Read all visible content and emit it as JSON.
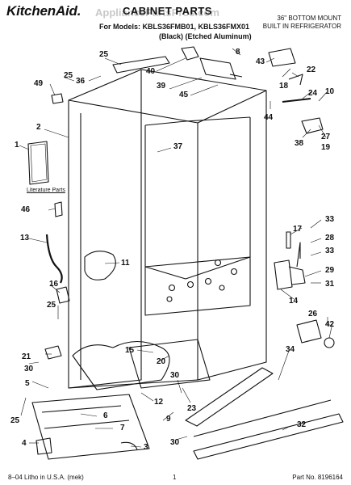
{
  "header": {
    "brand": "KitchenAid.",
    "watermark": "AppliancePartsPros.com",
    "title": "CABINET PARTS",
    "models": "For Models: KBLS36FMB01, KBLS36FMX01",
    "finishes": "(Black)   (Etched Aluminum)",
    "product_line1": "36\" BOTTOM MOUNT",
    "product_line2": "BUILT IN REFRIGERATOR"
  },
  "literature_label": "Literature Parts",
  "callouts": [
    "25",
    "40",
    "8",
    "43",
    "22",
    "49",
    "25",
    "36",
    "39",
    "45",
    "18",
    "24",
    "10",
    "44",
    "2",
    "37",
    "38",
    "27",
    "19",
    "1",
    "46",
    "17",
    "33",
    "28",
    "13",
    "11",
    "33",
    "29",
    "16",
    "14",
    "31",
    "25",
    "26",
    "42",
    "15",
    "20",
    "34",
    "21",
    "30",
    "5",
    "30",
    "23",
    "12",
    "6",
    "9",
    "25",
    "7",
    "4",
    "3",
    "32",
    "30"
  ],
  "footer": {
    "left": "8–04 Litho in U.S.A. (mek)",
    "center": "1",
    "right": "Part No. 8196164"
  }
}
